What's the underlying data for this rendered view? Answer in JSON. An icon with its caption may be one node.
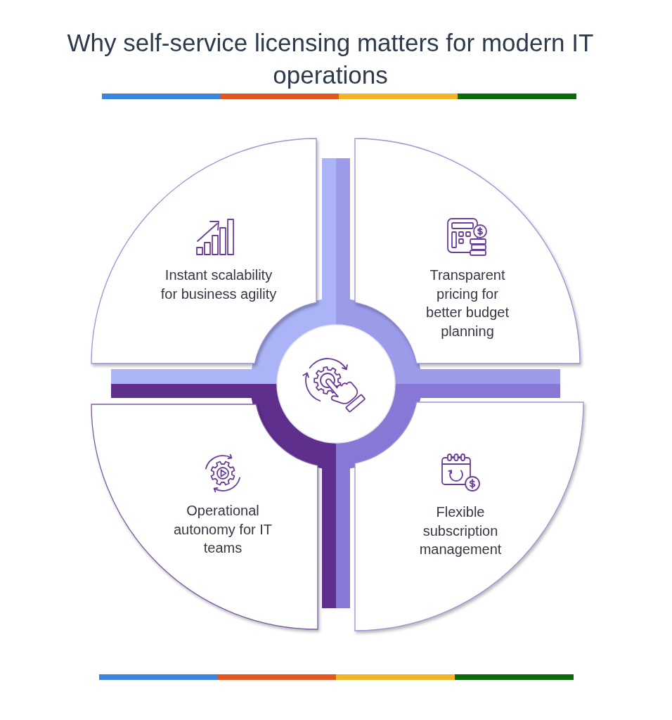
{
  "diagram": {
    "title": "Why self-service licensing matters for modern IT operations",
    "nodes": [
      {
        "text": [
          "Instant scalability for business agility"
        ]
      },
      {
        "text": [
          "Transparent pricing for better budget planning"
        ]
      },
      {
        "text": [],
        "shape": "circle"
      },
      {
        "text": [
          "Operational autonomy for IT teams"
        ]
      },
      {
        "text": [
          "Flexible subscription management"
        ]
      }
    ]
  }
}
